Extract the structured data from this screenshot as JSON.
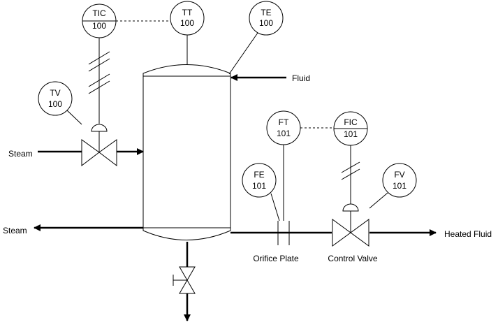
{
  "instruments": {
    "tic": {
      "tag": "TIC",
      "loop": "100"
    },
    "tt": {
      "tag": "TT",
      "loop": "100"
    },
    "te": {
      "tag": "TE",
      "loop": "100"
    },
    "tv": {
      "tag": "TV",
      "loop": "100"
    },
    "ft": {
      "tag": "FT",
      "loop": "101"
    },
    "fic": {
      "tag": "FIC",
      "loop": "101"
    },
    "fe": {
      "tag": "FE",
      "loop": "101"
    },
    "fv": {
      "tag": "FV",
      "loop": "101"
    }
  },
  "labels": {
    "fluid_in": "Fluid",
    "steam_in": "Steam",
    "steam_out": "Steam",
    "heated_fluid": "Heated Fluid",
    "orifice_plate": "Orifice Plate",
    "control_valve": "Control Valve"
  },
  "colors": {
    "line": "#000000",
    "background": "#ffffff"
  }
}
